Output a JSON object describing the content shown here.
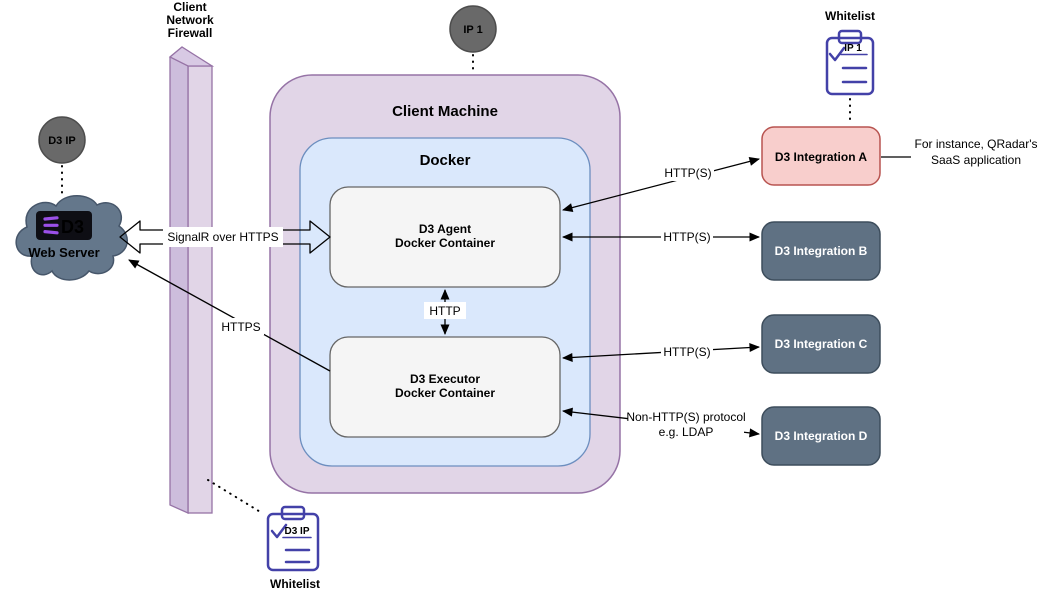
{
  "nodes": {
    "firewall": {
      "label_lines": [
        "Client",
        "Network",
        "Firewall"
      ]
    },
    "web_server": {
      "logo_text": "D3",
      "label": "Web Server"
    },
    "d3_ip_badge": {
      "label": "D3 IP"
    },
    "ip1_badge": {
      "label": "IP 1"
    },
    "client_machine": {
      "title": "Client Machine"
    },
    "docker": {
      "title": "Docker"
    },
    "agent": {
      "lines": [
        "D3 Agent",
        "Docker Container"
      ]
    },
    "executor": {
      "lines": [
        "D3 Executor",
        "Docker Container"
      ]
    },
    "integration_a": {
      "label": "D3 Integration A"
    },
    "integration_b": {
      "label": "D3 Integration B"
    },
    "integration_c": {
      "label": "D3 Integration C"
    },
    "integration_d": {
      "label": "D3 Integration D"
    },
    "whitelist_top": {
      "title": "Whitelist",
      "entry": "IP 1"
    },
    "whitelist_bottom": {
      "title": "Whitelist",
      "entry": "D3 IP"
    }
  },
  "edges": {
    "signalr": {
      "label": "SignalR over HTTPS",
      "from": "D3 Web Server",
      "to": "D3 Agent Docker Container",
      "style": "hollow-double-arrow"
    },
    "https": {
      "label": "HTTPS",
      "from": "D3 Executor Docker Container",
      "to": "D3 Web Server",
      "style": "arrow"
    },
    "http": {
      "label": "HTTP",
      "from": "D3 Agent Docker Container",
      "to": "D3 Executor Docker Container",
      "style": "double-arrow"
    },
    "agent_a": {
      "label": "HTTP(S)",
      "from": "D3 Agent Docker Container",
      "to": "D3 Integration A",
      "style": "double-arrow"
    },
    "agent_b": {
      "label": "HTTP(S)",
      "from": "D3 Agent Docker Container",
      "to": "D3 Integration B",
      "style": "double-arrow"
    },
    "executor_c": {
      "label": "HTTP(S)",
      "from": "D3 Executor Docker Container",
      "to": "D3 Integration C",
      "style": "double-arrow"
    },
    "executor_d": {
      "label_lines": [
        "Non-HTTP(S) protocol",
        "e.g. LDAP"
      ],
      "from": "D3 Executor Docker Container",
      "to": "D3 Integration D",
      "style": "double-arrow"
    }
  },
  "annotations": {
    "qradar_lines": [
      "For instance, QRadar's",
      "SaaS application"
    ]
  },
  "colors": {
    "client_machine_fill": "#E1D5E7",
    "client_machine_stroke": "#9673A6",
    "docker_fill": "#DAE8FC",
    "docker_stroke": "#6C8EBF",
    "container_fill": "#F5F5F5",
    "container_stroke": "#666666",
    "integration_slate_fill": "#5F7183",
    "integration_slate_stroke": "#3D4D5C",
    "integration_pink_fill": "#F8CECC",
    "integration_pink_stroke": "#B85450",
    "cloud_fill": "#64778B",
    "badge_fill": "#696969",
    "clipboard_stroke": "#4341A8",
    "logo_purple": "#9B50E8"
  }
}
